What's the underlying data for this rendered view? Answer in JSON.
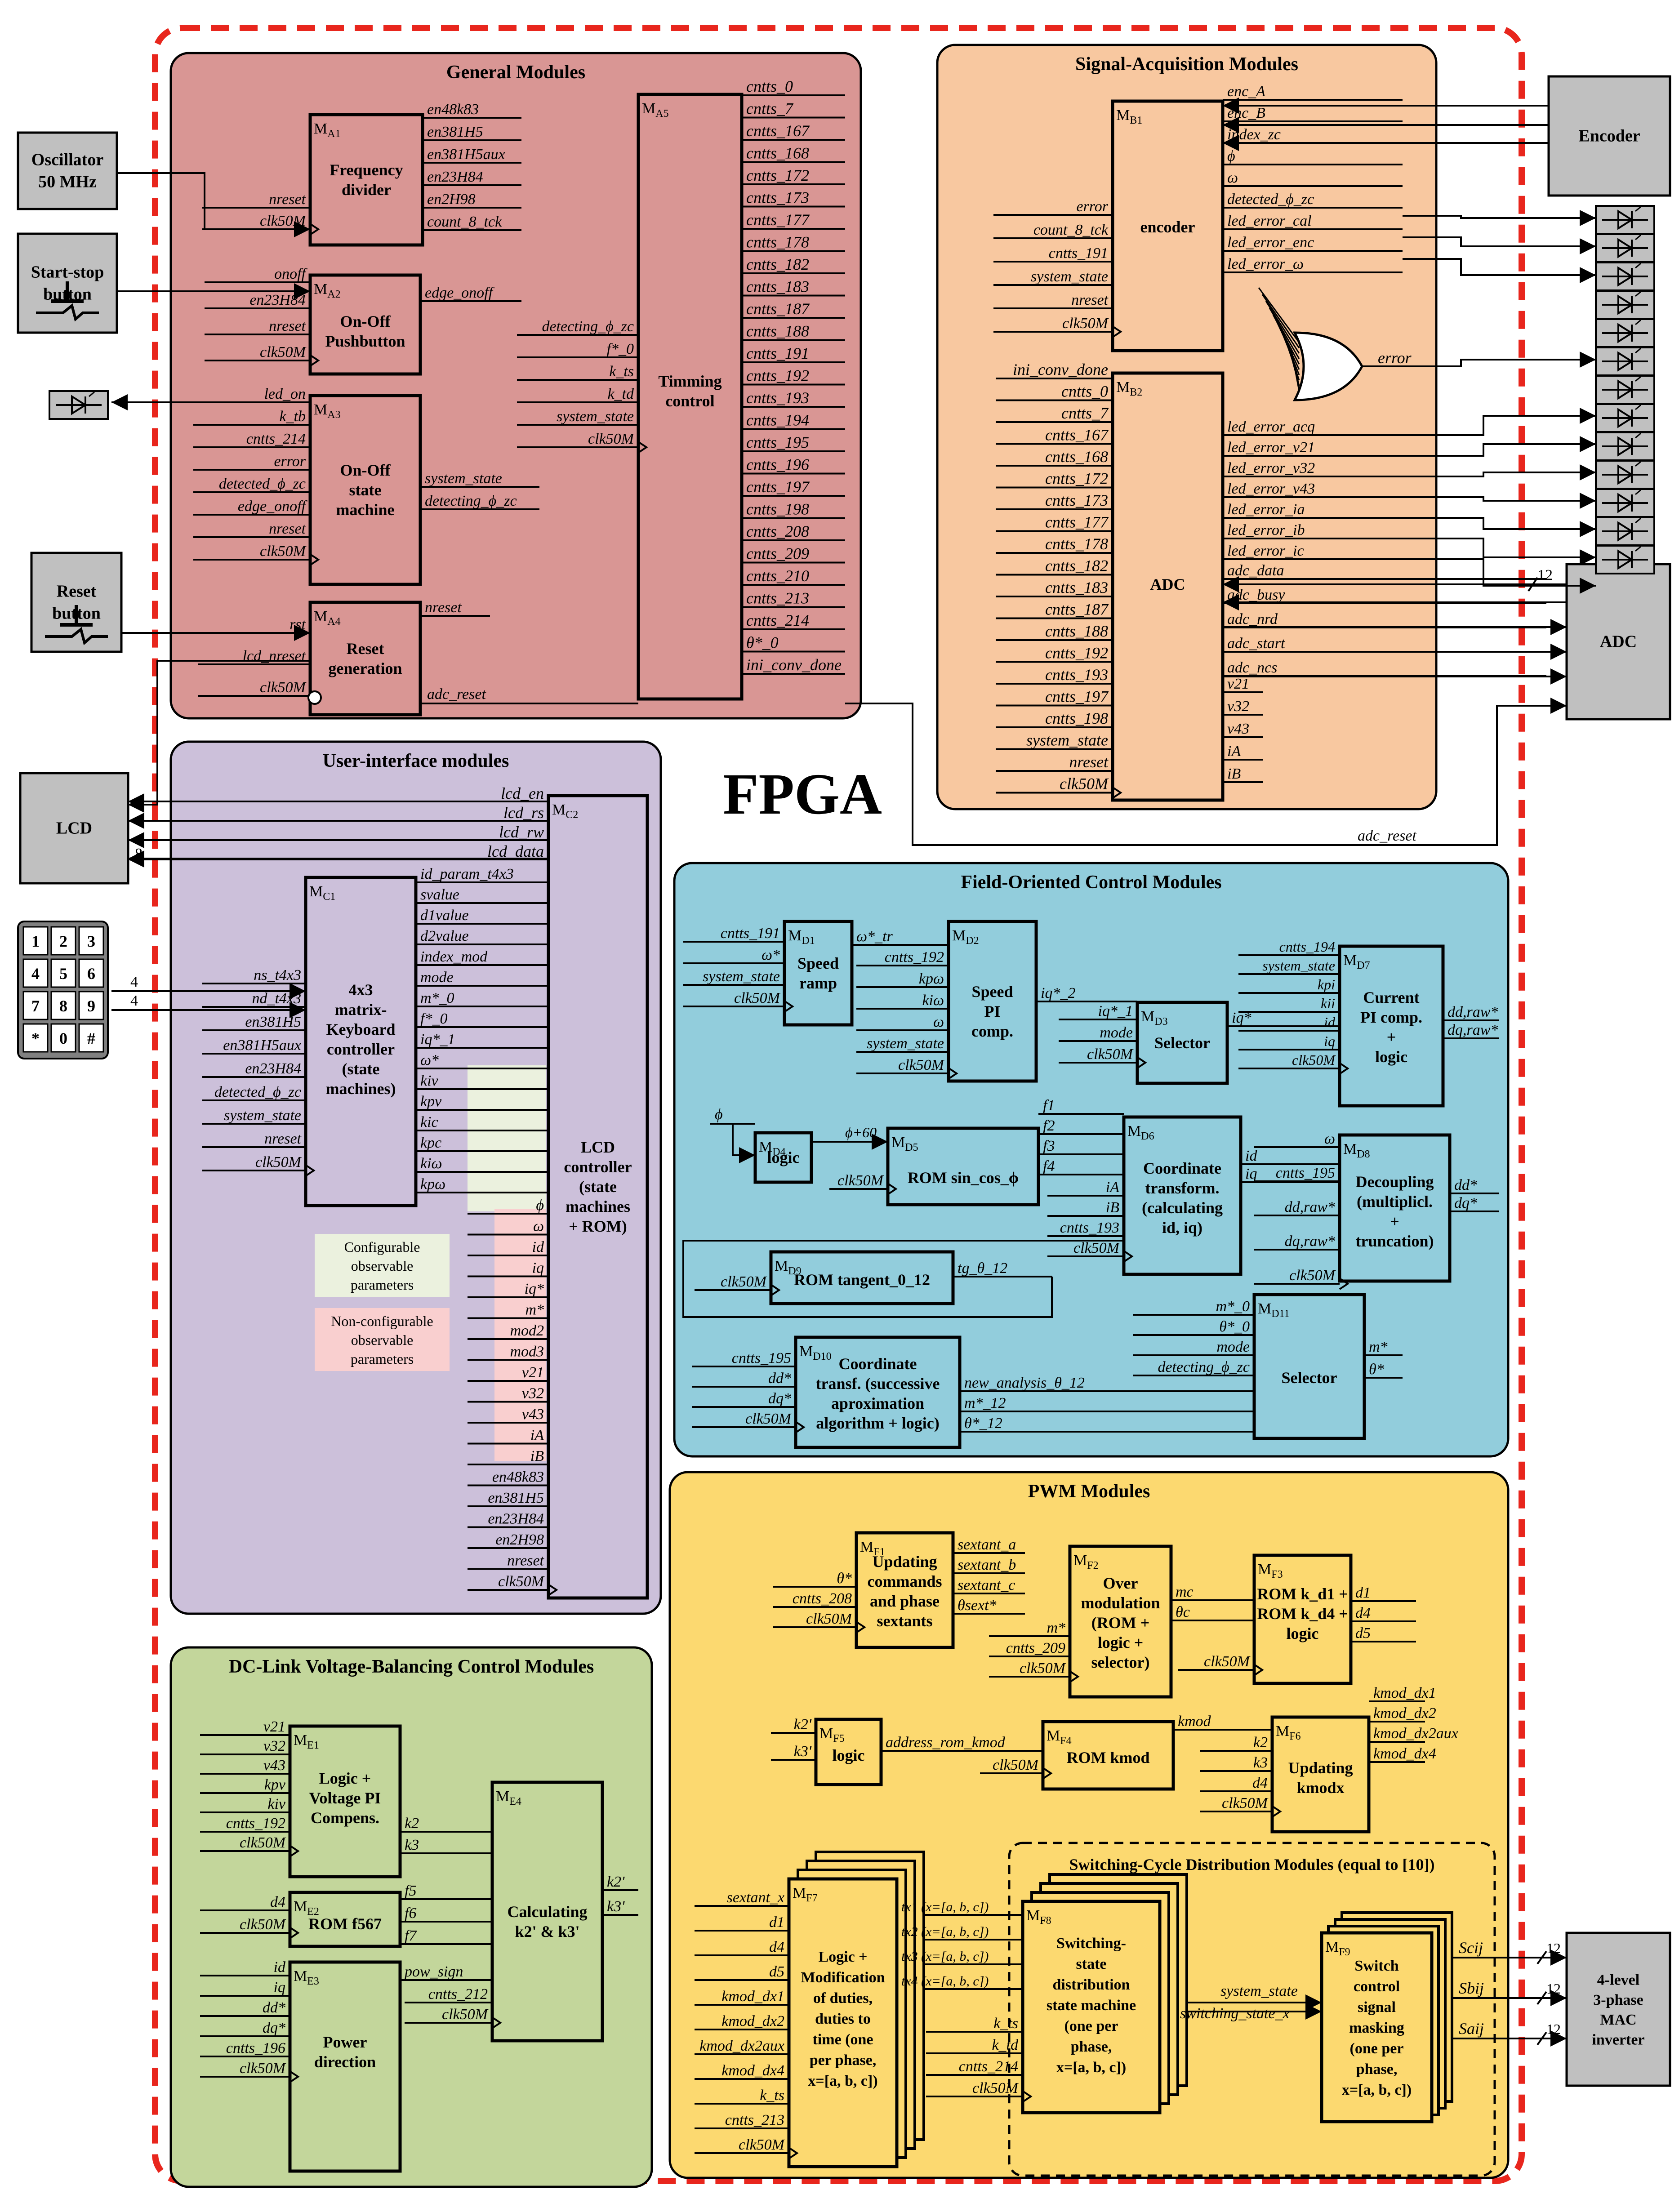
{
  "title": "FPGA",
  "external": {
    "oscillator": [
      "Oscillator",
      "50 MHz"
    ],
    "startstop": [
      "Start-stop",
      "button"
    ],
    "reset": [
      "Reset",
      "button"
    ],
    "lcd": "LCD",
    "encoder": "Encoder",
    "adc": "ADC",
    "inverter": [
      "4-level",
      "3-phase",
      "MAC",
      "inverter"
    ],
    "keypad": [
      "1",
      "2",
      "3",
      "4",
      "5",
      "6",
      "7",
      "8",
      "9",
      "*",
      "0",
      "#"
    ]
  },
  "groups": {
    "general": "General Modules",
    "signal": "Signal-Acquisition Modules",
    "ui": "User-interface modules",
    "foc": "Field-Oriented Control Modules",
    "dclink": "DC-Link Voltage-Balancing Control Modules",
    "pwm": "PWM Modules",
    "switching": "Switching-Cycle Distribution Modules (equal to [10])"
  },
  "modules": {
    "A1": {
      "id": "MA1",
      "label": [
        "Frequency",
        "divider"
      ],
      "in": [
        "nreset",
        "clk50M"
      ],
      "out": [
        "en48k83",
        "en381H5",
        "en381H5aux",
        "en23H84",
        "en2H98",
        "count_8_tck"
      ]
    },
    "A2": {
      "id": "MA2",
      "label": [
        "On-Off",
        "Pushbutton"
      ],
      "in": [
        "onoff",
        "en23H84",
        "nreset",
        "clk50M"
      ],
      "out": [
        "edge_onoff"
      ]
    },
    "A3": {
      "id": "MA3",
      "label": [
        "On-Off",
        "state",
        "machine"
      ],
      "in": [
        "led_on",
        "k_tb",
        "cntts_214",
        "error",
        "detected_ϕ_zc",
        "edge_onoff",
        "nreset",
        "clk50M"
      ],
      "out": [
        "system_state",
        "detecting_ϕ_zc"
      ]
    },
    "A4": {
      "id": "MA4",
      "label": [
        "Reset",
        "generation"
      ],
      "in": [
        "rst",
        "lcd_nreset",
        "clk50M"
      ],
      "out": [
        "nreset",
        "adc_reset"
      ]
    },
    "A5": {
      "id": "MA5",
      "label": [
        "Timming",
        "control"
      ],
      "in": [
        "detecting_ϕ_zc",
        "f*_0",
        "k_ts",
        "k_td",
        "system_state",
        "clk50M"
      ],
      "out": [
        "cntts_0",
        "cntts_7",
        "cntts_167",
        "cntts_168",
        "cntts_172",
        "cntts_173",
        "cntts_177",
        "cntts_178",
        "cntts_182",
        "cntts_183",
        "cntts_187",
        "cntts_188",
        "cntts_191",
        "cntts_192",
        "cntts_193",
        "cntts_194",
        "cntts_195",
        "cntts_196",
        "cntts_197",
        "cntts_198",
        "cntts_208",
        "cntts_209",
        "cntts_210",
        "cntts_213",
        "cntts_214",
        "θ*_0",
        "ini_conv_done"
      ]
    },
    "B1": {
      "id": "MB1",
      "label": [
        "encoder"
      ],
      "in": [
        "error",
        "count_8_tck",
        "cntts_191",
        "system_state",
        "nreset",
        "clk50M"
      ],
      "out": [
        "enc_A",
        "enc_B",
        "index_zc",
        "ϕ",
        "ω",
        "detected_ϕ_zc",
        "led_error_cal",
        "led_error_enc",
        "led_error_ω"
      ]
    },
    "B2": {
      "id": "MB2",
      "label": [
        "ADC"
      ],
      "in": [
        "ini_conv_done",
        "cntts_0",
        "cntts_7",
        "cntts_167",
        "cntts_168",
        "cntts_172",
        "cntts_173",
        "cntts_177",
        "cntts_178",
        "cntts_182",
        "cntts_183",
        "cntts_187",
        "cntts_188",
        "cntts_192",
        "cntts_193",
        "cntts_197",
        "cntts_198",
        "system_state",
        "nreset",
        "clk50M"
      ],
      "out": [
        "led_error_acq",
        "led_error_v21",
        "led_error_v32",
        "led_error_v43",
        "led_error_ia",
        "led_error_ib",
        "led_error_ic",
        "adc_data",
        "adc_busy",
        "adc_nrd",
        "adc_start",
        "adc_ncs",
        "v21",
        "v32",
        "v43",
        "iA",
        "iB"
      ]
    },
    "C1": {
      "id": "MC1",
      "label": [
        "4x3",
        "matrix-",
        "Keyboard",
        "controller",
        "(state",
        "machines)"
      ],
      "in": [
        "ns_t4x3",
        "nd_t4x3",
        "en381H5",
        "en381H5aux",
        "en23H84",
        "detected_ϕ_zc",
        "system_state",
        "nreset",
        "clk50M"
      ],
      "out": [
        "id_param_t4x3",
        "svalue",
        "d1value",
        "d2value",
        "index_mod",
        "mode",
        "m*_0",
        "f*_0",
        "iq*_1",
        "ω*",
        "kiv",
        "kpv",
        "kic",
        "kpc",
        "kiω",
        "kpω"
      ]
    },
    "C2": {
      "id": "MC2",
      "label": [
        "LCD",
        "controller",
        "(state",
        "machines",
        "+ ROM)"
      ],
      "in": [
        "ϕ",
        "ω",
        "id",
        "iq",
        "iq*",
        "m*",
        "mod2",
        "mod3",
        "v21",
        "v32",
        "v43",
        "iA",
        "iB",
        "en48k83",
        "en381H5",
        "en23H84",
        "en2H98",
        "nreset",
        "clk50M"
      ],
      "out": [
        "lcd_en",
        "lcd_rs",
        "lcd_rw",
        "lcd_data"
      ]
    },
    "D1": {
      "id": "MD1",
      "label": [
        "Speed",
        "ramp"
      ],
      "in": [
        "cntts_191",
        "ω*",
        "system_state",
        "clk50M"
      ],
      "out": [
        "ω*_tr"
      ]
    },
    "D2": {
      "id": "MD2",
      "label": [
        "Speed",
        "PI",
        "comp."
      ],
      "in": [
        "cntts_192",
        "kpω",
        "kiω",
        "ω",
        "system_state",
        "clk50M"
      ],
      "out": [
        "iq*_2"
      ]
    },
    "D3": {
      "id": "MD3",
      "label": [
        "Selector"
      ],
      "in": [
        "iq*_1",
        "mode",
        "clk50M"
      ],
      "out": [
        "iq*"
      ]
    },
    "D4": {
      "id": "MD4",
      "label": [
        "logic"
      ],
      "in": [
        "ϕ"
      ],
      "out": [
        "ϕ+60"
      ]
    },
    "D5": {
      "id": "MD5",
      "label": [
        "ROM sin_cos_ϕ"
      ],
      "in": [
        "clk50M"
      ],
      "out": [
        "f1",
        "f2",
        "f3",
        "f4"
      ]
    },
    "D6": {
      "id": "MD6",
      "label": [
        "Coordinate",
        "transform.",
        "(calculating",
        "id, iq)"
      ],
      "in": [
        "iA",
        "iB",
        "cntts_193",
        "clk50M"
      ],
      "out": [
        "id",
        "iq"
      ]
    },
    "D7": {
      "id": "MD7",
      "label": [
        "Current",
        "PI comp.",
        "+",
        "logic"
      ],
      "in": [
        "cntts_194",
        "system_state",
        "kpi",
        "kii",
        "id",
        "iq",
        "clk50M"
      ],
      "out": [
        "dd,raw*",
        "dq,raw*"
      ]
    },
    "D8": {
      "id": "MD8",
      "label": [
        "Decoupling",
        "(multiplicl.",
        "+",
        "truncation)"
      ],
      "in": [
        "ω",
        "cntts_195",
        "dd,raw*",
        "dq,raw*",
        "clk50M"
      ],
      "out": [
        "dd*",
        "dq*"
      ]
    },
    "D9": {
      "id": "MD9",
      "label": [
        "ROM tangent_0_12"
      ],
      "in": [
        "clk50M"
      ],
      "out": [
        "tg_θ_12"
      ]
    },
    "D10": {
      "id": "MD10",
      "label": [
        "Coordinate",
        "transf. (successive",
        "aproximation",
        "algorithm + logic)"
      ],
      "in": [
        "cntts_195",
        "dd*",
        "dq*",
        "clk50M"
      ],
      "out": [
        "new_analysis_θ_12",
        "m*_12",
        "θ*_12"
      ]
    },
    "D11": {
      "id": "MD11",
      "label": [
        "Selector"
      ],
      "in": [
        "m*_0",
        "θ*_0",
        "mode",
        "detecting_ϕ_zc"
      ],
      "out": [
        "m*",
        "θ*"
      ]
    },
    "E1": {
      "id": "ME1",
      "label": [
        "Logic +",
        "Voltage PI",
        "Compens."
      ],
      "in": [
        "v21",
        "v32",
        "v43",
        "kpv",
        "kiv",
        "cntts_192",
        "clk50M"
      ],
      "out": [
        "k2",
        "k3"
      ]
    },
    "E2": {
      "id": "ME2",
      "label": [
        "ROM f567"
      ],
      "in": [
        "d4",
        "clk50M"
      ],
      "out": [
        "f5",
        "f6",
        "f7"
      ]
    },
    "E3": {
      "id": "ME3",
      "label": [
        "Power",
        "direction"
      ],
      "in": [
        "id",
        "iq",
        "dd*",
        "dq*",
        "cntts_196",
        "clk50M"
      ],
      "out": [
        "pow_sign"
      ]
    },
    "E4": {
      "id": "ME4",
      "label": [
        "Calculating",
        "k2' & k3'"
      ],
      "in": [
        "cntts_212",
        "clk50M"
      ],
      "out": [
        "k2'",
        "k3'"
      ]
    },
    "F1": {
      "id": "MF1",
      "label": [
        "Updating",
        "commands",
        "and phase",
        "sextants"
      ],
      "in": [
        "θ*",
        "cntts_208",
        "clk50M"
      ],
      "out": [
        "sextant_a",
        "sextant_b",
        "sextant_c",
        "θsext*"
      ]
    },
    "F2": {
      "id": "MF2",
      "label": [
        "Over",
        "modulation",
        "(ROM +",
        "logic +",
        "selector)"
      ],
      "in": [
        "m*",
        "cntts_209",
        "clk50M"
      ],
      "out": [
        "mc",
        "θc"
      ]
    },
    "F3": {
      "id": "MF3",
      "label": [
        "ROM k_d1 +",
        "ROM k_d4 +",
        "logic"
      ],
      "in": [
        "clk50M"
      ],
      "out": [
        "d1",
        "d4",
        "d5"
      ]
    },
    "F4": {
      "id": "MF4",
      "label": [
        "ROM kmod"
      ],
      "in": [
        "clk50M"
      ],
      "out": [
        "kmod"
      ]
    },
    "F5": {
      "id": "MF5",
      "label": [
        "logic"
      ],
      "in": [
        "k2'",
        "k3'"
      ],
      "out": [
        "address_rom_kmod"
      ]
    },
    "F6": {
      "id": "MF6",
      "label": [
        "Updating",
        "kmodx"
      ],
      "in": [
        "k2",
        "k3",
        "d4",
        "clk50M"
      ],
      "out": [
        "kmod_dx1",
        "kmod_dx2",
        "kmod_dx2aux",
        "kmod_dx4"
      ]
    },
    "F7": {
      "id": "MF7",
      "label": [
        "Logic +",
        "Modification",
        "of duties,",
        "duties to",
        "time (one",
        "per phase,",
        "x=[a, b, c])"
      ],
      "in": [
        "sextant_x",
        "d1",
        "d4",
        "d5",
        "kmod_dx1",
        "kmod_dx2",
        "kmod_dx2aux",
        "kmod_dx4",
        "k_ts",
        "cntts_213",
        "clk50M"
      ],
      "out": [
        "tx1 (x=[a, b, c])",
        "tx2 (x=[a, b, c])",
        "tx3 (x=[a, b, c])",
        "tx4 (x=[a, b, c])"
      ]
    },
    "F8": {
      "id": "MF8",
      "label": [
        "Switching-",
        "state",
        "distribution",
        "state machine",
        "(one per",
        "phase,",
        "x=[a, b, c])"
      ],
      "in": [
        "k_ts",
        "k_td",
        "cntts_214",
        "clk50M"
      ],
      "out": [
        "system_state",
        "switching_state_x"
      ]
    },
    "F9": {
      "id": "MF9",
      "label": [
        "Switch",
        "control",
        "signal",
        "masking",
        "(one per",
        "phase,",
        "x=[a, b, c])"
      ],
      "in": [],
      "out": [
        "Scij",
        "Sbij",
        "Saij"
      ]
    }
  },
  "legend": {
    "configurable": [
      "Configurable",
      "observable",
      "parameters"
    ],
    "nonconfigurable": [
      "Non-configurable",
      "observable",
      "parameters"
    ]
  },
  "misc": {
    "or_out": "error",
    "adc_reset": "adc_reset",
    "bus12": "12",
    "bus8": "8",
    "bus4": "4"
  },
  "colors": {
    "general": "#d99694",
    "signal": "#f8c8a0",
    "ui": "#ccc0da",
    "foc": "#92cddc",
    "dclink": "#c3d69b",
    "pwm": "#fcd970",
    "external": "#c0c0c0",
    "border": "#e8261d",
    "conf": "#ebf1de",
    "nonconf": "#f9cfcf"
  }
}
